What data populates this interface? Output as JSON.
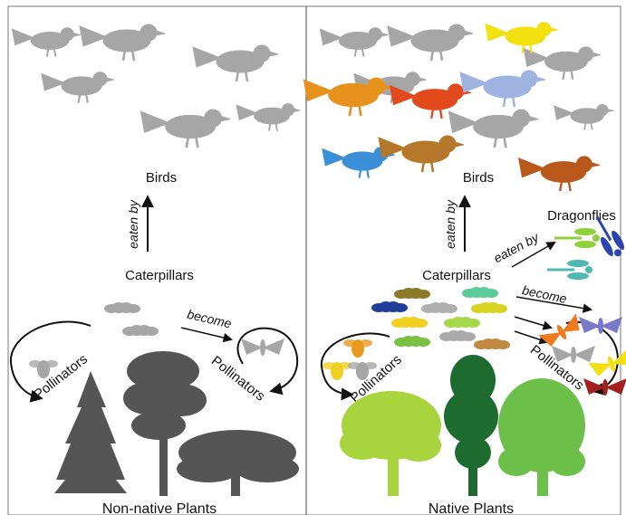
{
  "left_panel": {
    "title": "Non-native Plants",
    "birds_label": "Birds",
    "caterpillars_label": "Caterpillars",
    "eaten_by_label": "eaten by",
    "become_label": "become",
    "pollinators_left_label": "Pollinators",
    "pollinators_right_label": "Pollinators"
  },
  "right_panel": {
    "title": "Native Plants",
    "birds_label": "Birds",
    "caterpillars_label": "Caterpillars",
    "eaten_by_label": "eaten by",
    "eaten_by_dragonflies_label": "eaten by",
    "dragonflies_label": "Dragonflies",
    "become_label": "become",
    "pollinators_left_label": "Pollinators",
    "pollinators_right_label": "Pollinators"
  },
  "colors": {
    "gray_silhouette": "#a6a6a6",
    "dark_tree": "#4d4d4d",
    "divider": "#666666",
    "light_green": "#9acd32",
    "dark_green": "#1e6b30",
    "mid_green": "#6cc04a"
  }
}
